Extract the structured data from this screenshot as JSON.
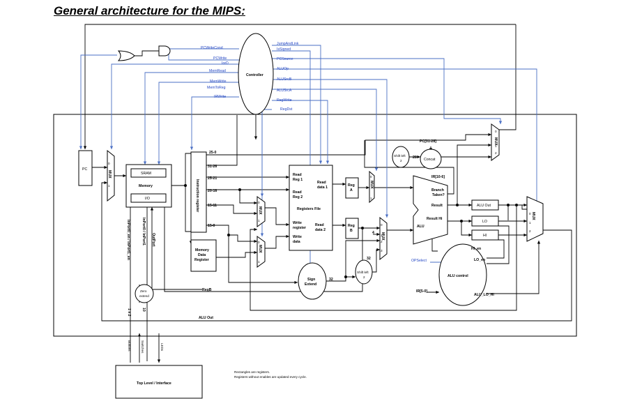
{
  "title": "General architecture for the MIPS:",
  "blocks": {
    "pc": "PC",
    "mux": "MUX",
    "sram": "SRAM",
    "memory": "Memory",
    "io": "I/O",
    "controller": "Controller",
    "instruction_register": "Instruction register",
    "memory_data_register": [
      "Memory",
      "Data",
      "Register"
    ],
    "registers_file": "Registers File",
    "read_reg1": [
      "Read",
      "Reg 1"
    ],
    "read_reg2": [
      "Read",
      "Reg 2"
    ],
    "write_register": [
      "Write",
      "register"
    ],
    "write_data": [
      "Write",
      "data"
    ],
    "read_data1": [
      "Read",
      "data 1"
    ],
    "read_data2": [
      "Read",
      "data 2"
    ],
    "reg_a": [
      "Reg",
      "A"
    ],
    "reg_b": [
      "Reg",
      "B"
    ],
    "sign_extend": [
      "Sign",
      "Extend"
    ],
    "shift_left2": [
      "Shift left",
      "2"
    ],
    "concat": "Concat",
    "alu": "ALU",
    "branch_taken": [
      "Branch",
      "Taken?"
    ],
    "result": "Result",
    "result_hi": "Result Hi",
    "alu_out": "ALU Out",
    "lo": "LO",
    "hi": "HI",
    "alu_control": "ALU control",
    "zero_extend": [
      "Zero",
      "extend"
    ],
    "top_level": "Top Level / Interface"
  },
  "control_signals": {
    "pcwritecond": "PCWriteCond",
    "pcwrite": "PCWrite",
    "iord": "IorD",
    "memread": "MemRead",
    "memwrite": "MemWrite",
    "memtoreg": "MemToReg",
    "irwrite": "IRWrite",
    "jumpandlink": "JumpAndLink",
    "issigned": "IsSigned",
    "pcsource": "PCSource",
    "aluop": "ALUOp",
    "alusrcb": "ALUSrcB",
    "alusrca": "ALUSrcA",
    "regwrite": "RegWrite",
    "regdst": "RegDst",
    "opselect": "OPSelect",
    "hi_en": "HI_en",
    "lo_en": "LO_en",
    "alu_lo_hi": "ALU_LO_HI"
  },
  "field_labels": {
    "b25_0": "25-0",
    "b31_26": "31-26",
    "b25_21": "25-21",
    "b20_16": "20-16",
    "b15_11": "15-11",
    "b15_0": "15-0",
    "pc31_28": "PC[31-28]",
    "ir10_6": "IR[10-6]",
    "ir5_0": "IR[5-0]",
    "w28": "28",
    "w32a": "32",
    "w32b": "32",
    "n4": "4",
    "x1": "1 x 2",
    "x2": "10"
  },
  "mux_inputs": {
    "zero": "0",
    "one": "1",
    "two": "2",
    "three": "3"
  },
  "wires": {
    "regb": "RegB",
    "alu_out_bus": "ALU Out",
    "inport": "InPort0_en / InPort1_en",
    "in_ports": "InPort0 / InPort1",
    "outport": "OutPort",
    "buttons": "Buttons",
    "switches": "Switches",
    "leds": "LEDs"
  },
  "notes": [
    "Rectangles are registers.",
    "Registers without enables are updated every cycle."
  ]
}
